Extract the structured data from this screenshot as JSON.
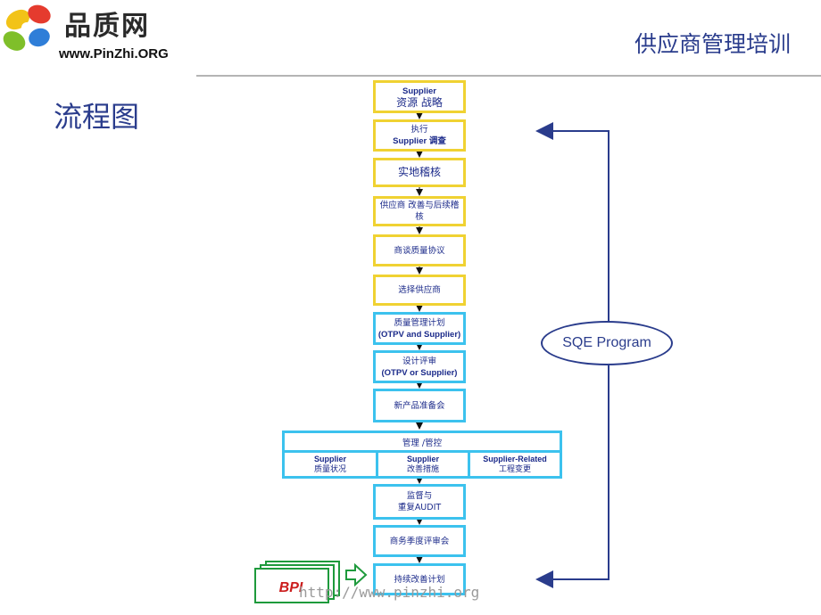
{
  "logo": {
    "brand": "品质网",
    "url": "www.PinZhi.ORG"
  },
  "header": {
    "title": "供应商管理培训"
  },
  "page": {
    "title": "流程图"
  },
  "flow": {
    "boxes": [
      {
        "line1": "Supplier",
        "line2": "资源  战略"
      },
      {
        "line1": "执行",
        "line2": "Supplier 调查"
      },
      {
        "line1": "实地稽核"
      },
      {
        "line1": "供应商  改善与后续稽核"
      },
      {
        "line1": "商谈质量协议"
      },
      {
        "line1": "选择供应商"
      },
      {
        "line1": "质量管理计划",
        "line2": "(OTPV and Supplier)"
      },
      {
        "line1": "设计评审",
        "line2": "(OTPV or Supplier)"
      },
      {
        "line1": "新产品准备会"
      },
      {
        "line1": "监督与",
        "line2": "重复AUDIT"
      },
      {
        "line1": "商务季度评审会"
      },
      {
        "line1": "持续改善计划"
      }
    ],
    "band": {
      "title": "管理  /管控",
      "cells": [
        {
          "line1": "Supplier",
          "line2": "质量状况"
        },
        {
          "line1": "Supplier",
          "line2": "改善措施"
        },
        {
          "line1": "Supplier-Related",
          "line2": "工程变更"
        }
      ]
    }
  },
  "sqe": {
    "label": "SQE Program"
  },
  "bpi": {
    "label": "BPI"
  },
  "watermark": {
    "text": "http://www.pinzhi.org"
  },
  "colors": {
    "yellow_border": "#f0d232",
    "cyan_border": "#3cc2ee",
    "navy": "#2a3c8c",
    "bpi_green": "#1e9a3c",
    "bpi_red": "#cc1e1e"
  }
}
